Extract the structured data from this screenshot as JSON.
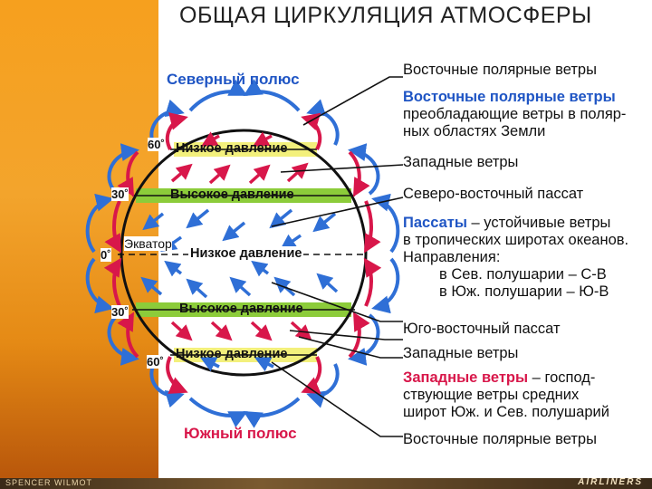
{
  "title": "ОБЩАЯ ЦИРКУЛЯЦИЯ АТМОСФЕРЫ",
  "poles": {
    "north": "Северный полюс",
    "south": "Южный полюс"
  },
  "latitudes": {
    "n60": "60˚",
    "n30": "30˚",
    "eq": "0˚",
    "s30": "30˚",
    "s60": "60˚"
  },
  "bands": {
    "low_north": "Низкое давление",
    "high_north": "Высокое давление",
    "equator_label": "Экватор",
    "low_equator": "Низкое давление",
    "high_south": "Высокое давление",
    "low_south": "Низкое давление"
  },
  "annotations": {
    "easterlies_north": "Восточные полярные ветры",
    "easterlies_def_title": "Восточные полярные ветры",
    "easterlies_def_line1": "преобладающие ветры в поляр-",
    "easterlies_def_line2": "ных областях Земли",
    "westerlies_north": "Западные ветры",
    "ne_trade": "Северо-восточный пассат",
    "trades_title": "Пассаты",
    "trades_dash": " – устойчивые ветры",
    "trades_line1": "в тропических широтах океанов.",
    "trades_line2": "Направления:",
    "trades_line3": "в Сев. полушарии – С-В",
    "trades_line4": "в Юж. полушарии – Ю-В",
    "se_trade": "Юго-восточный пассат",
    "westerlies_south": "Западные ветры",
    "westerlies_def_title": "Западные ветры",
    "westerlies_def_dash": " – господ-",
    "westerlies_def_line1": "ствующие ветры средних",
    "westerlies_def_line2": "широт Юж. и Сев. полушарий",
    "easterlies_south": "Восточные полярные ветры"
  },
  "footer": {
    "left": "SPENCER WILMOT",
    "right": "AIRLINERS"
  },
  "colors": {
    "blue_arrow": "#2f6fd6",
    "red_arrow": "#d8174a",
    "high_band": "#8ccc3a",
    "low_band": "#f3f07c",
    "blue_text": "#1f55c4",
    "red_text": "#d8174a"
  }
}
